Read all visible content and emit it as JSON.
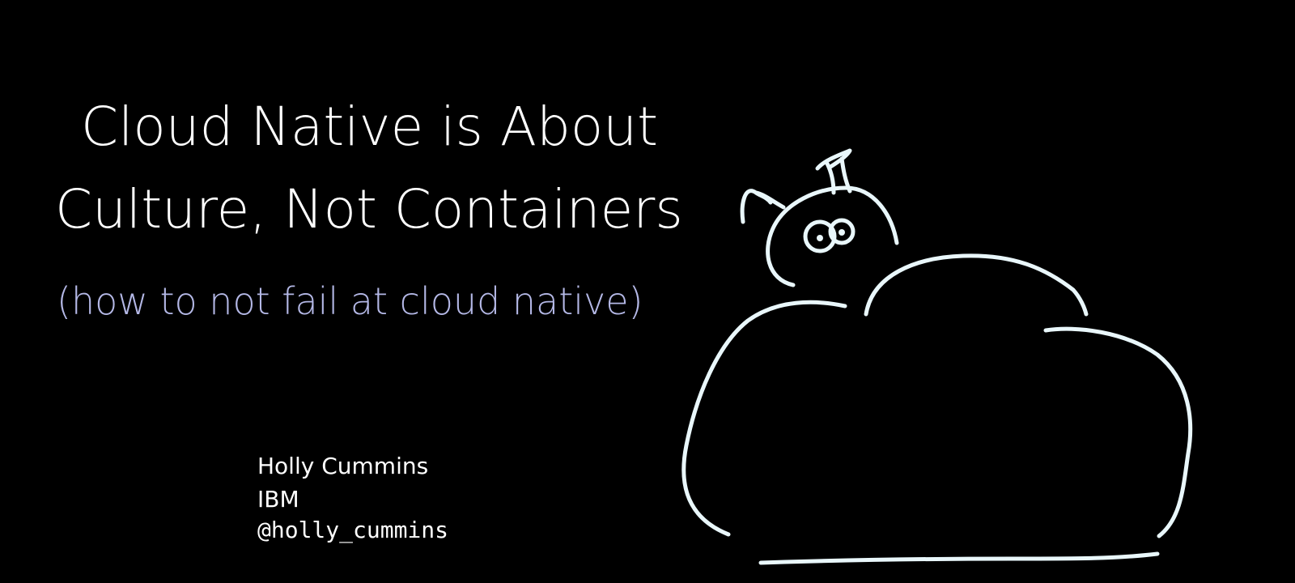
{
  "slide": {
    "title_line_1": "Cloud Native is About",
    "title_line_2": "Culture, Not Containers",
    "subtitle": "(how to not fail at cloud native)",
    "author": {
      "name": "Holly Cummins",
      "organization": "IBM",
      "handle": "@holly_cummins"
    }
  },
  "colors": {
    "background": "#000000",
    "title": "#ffffff",
    "subtitle": "#b4b8e6",
    "drawing": "#e9f7fb"
  },
  "illustration": {
    "description_icon": "cloud-with-bug-creature-drawing"
  }
}
